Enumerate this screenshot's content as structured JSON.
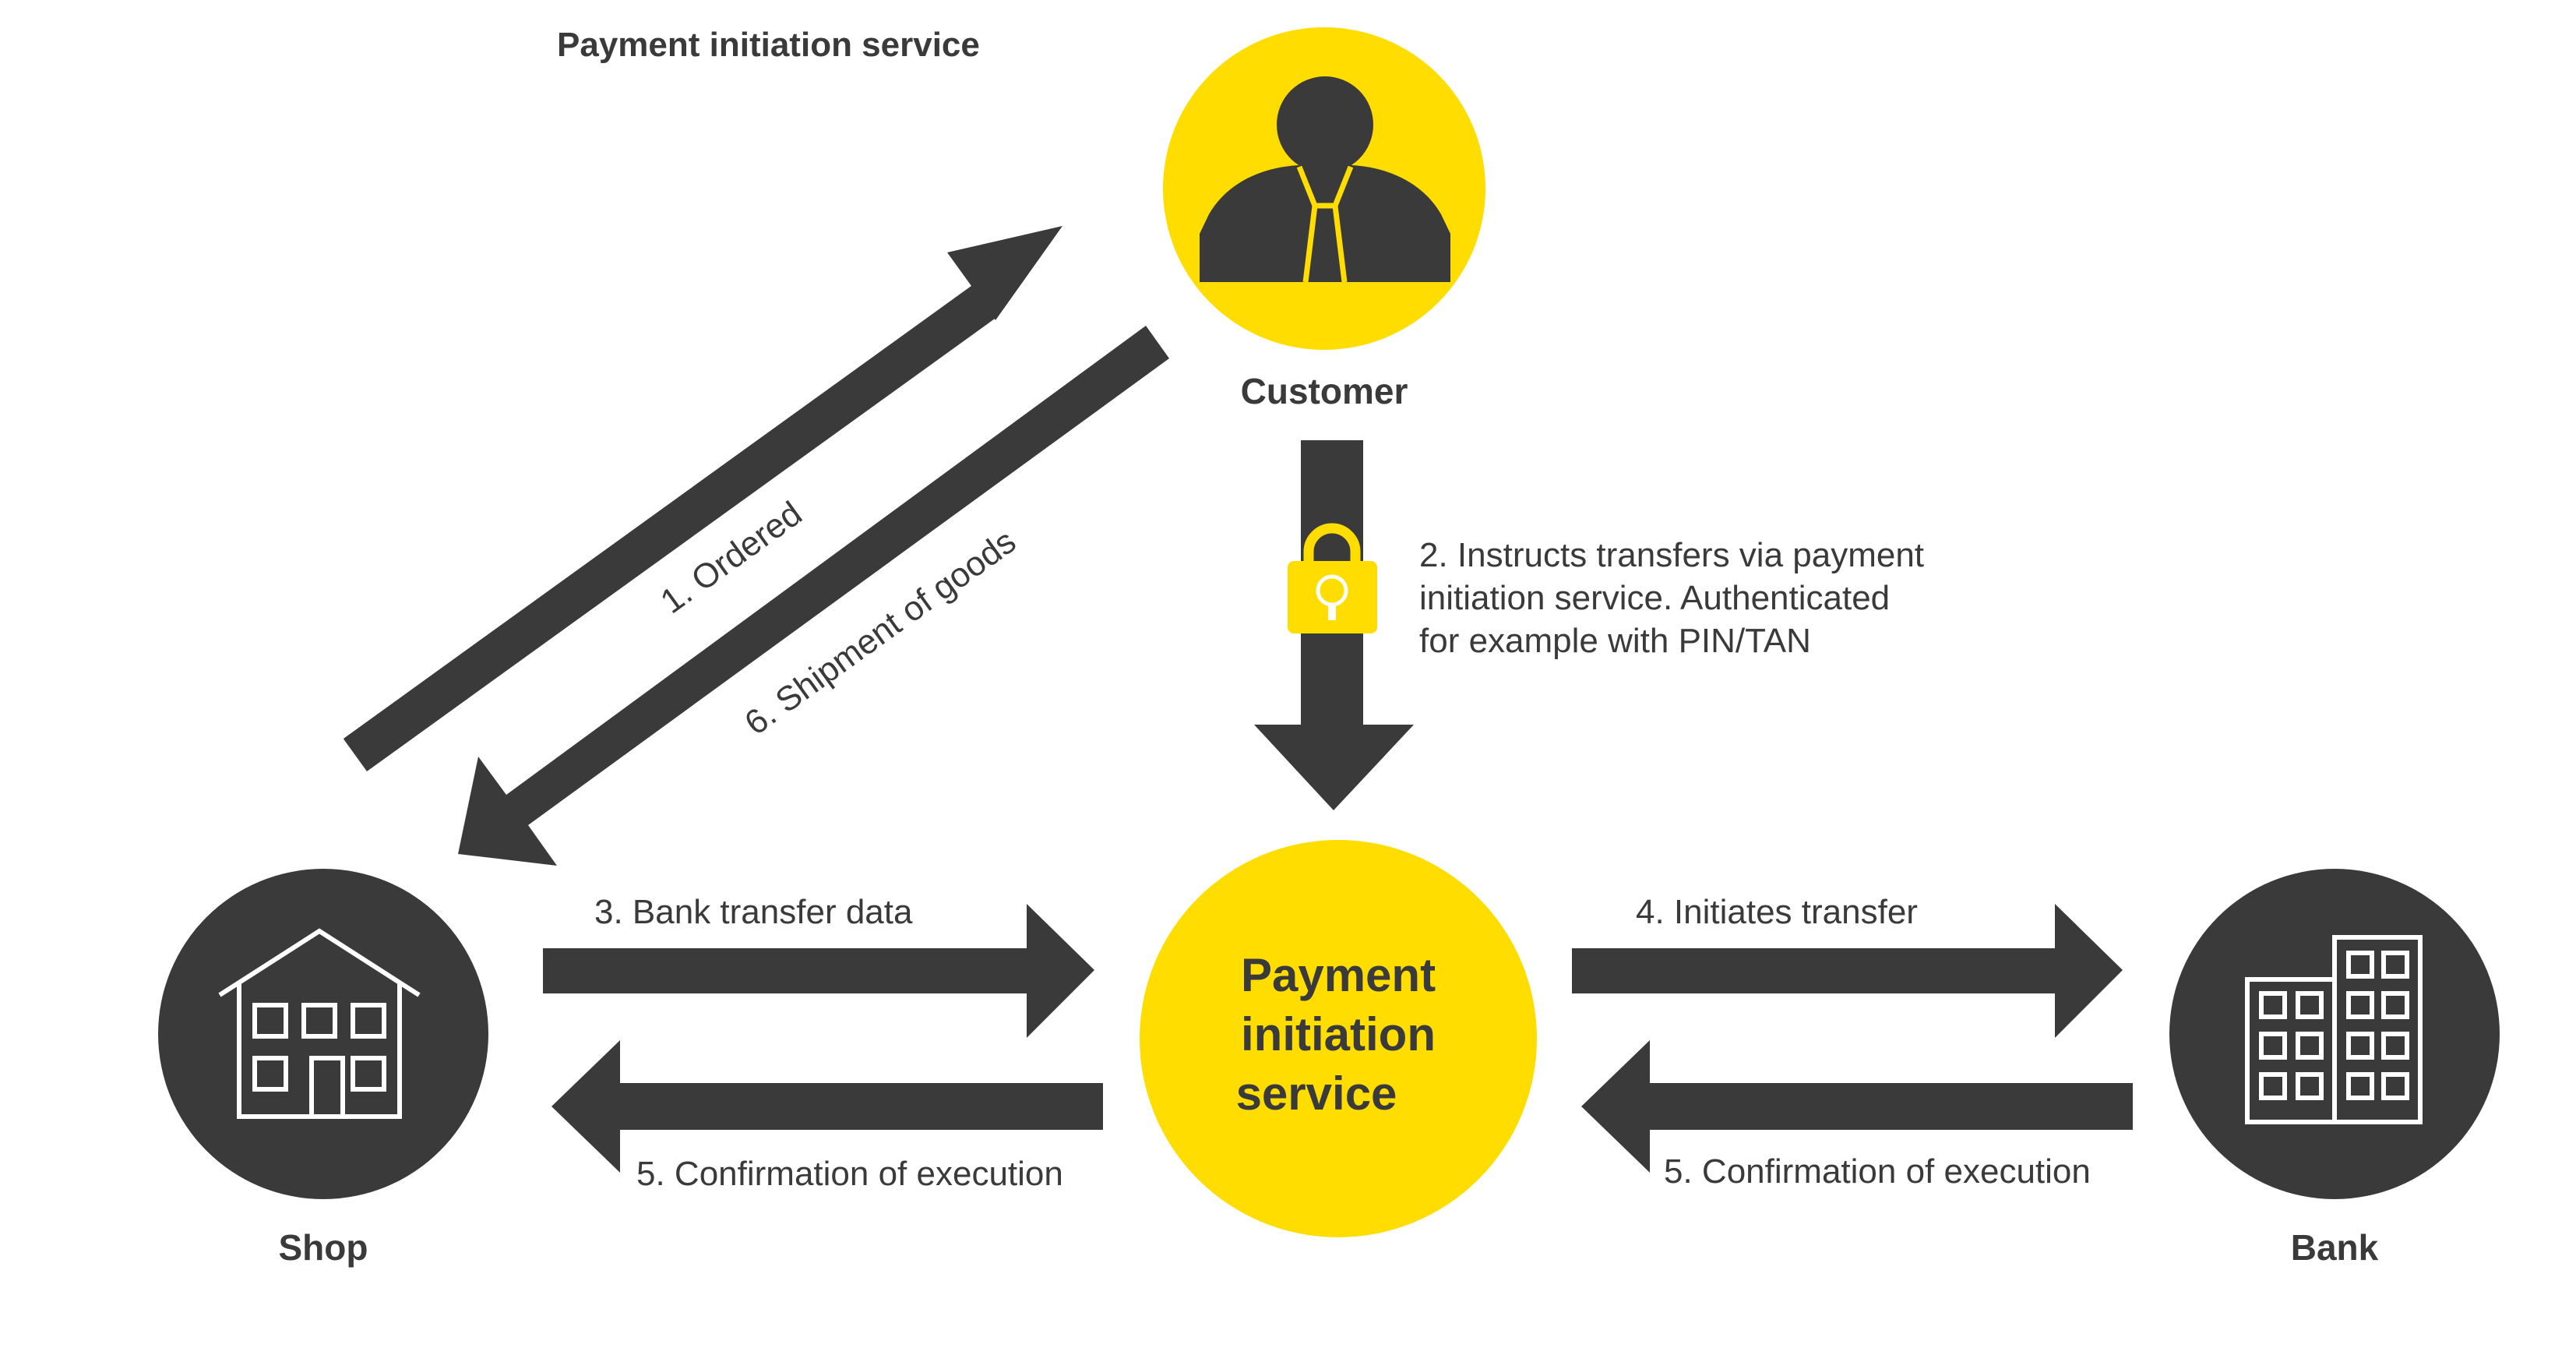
{
  "title": "Payment initiation service",
  "nodes": {
    "customer": {
      "label": "Customer",
      "icon": "person-icon"
    },
    "shop": {
      "label": "Shop",
      "icon": "house-icon"
    },
    "bank": {
      "label": "Bank",
      "icon": "building-icon"
    },
    "pis": {
      "lines": [
        "Payment",
        "initiation",
        "service"
      ]
    }
  },
  "flows": {
    "step1": "1. Ordered",
    "step2": [
      "2. Instructs transfers via payment",
      "initiation service. Authenticated",
      "for example with PIN/TAN"
    ],
    "step3": "3. Bank transfer data",
    "step4": "4. Initiates transfer",
    "step5_shop": "5. Confirmation of execution",
    "step5_bank": "5. Confirmation of execution",
    "step6": "6. Shipment of goods"
  },
  "colors": {
    "yellow": "#FFDD00",
    "dark": "#3a3a3a",
    "text": "#3a3a3a",
    "white": "#ffffff"
  }
}
